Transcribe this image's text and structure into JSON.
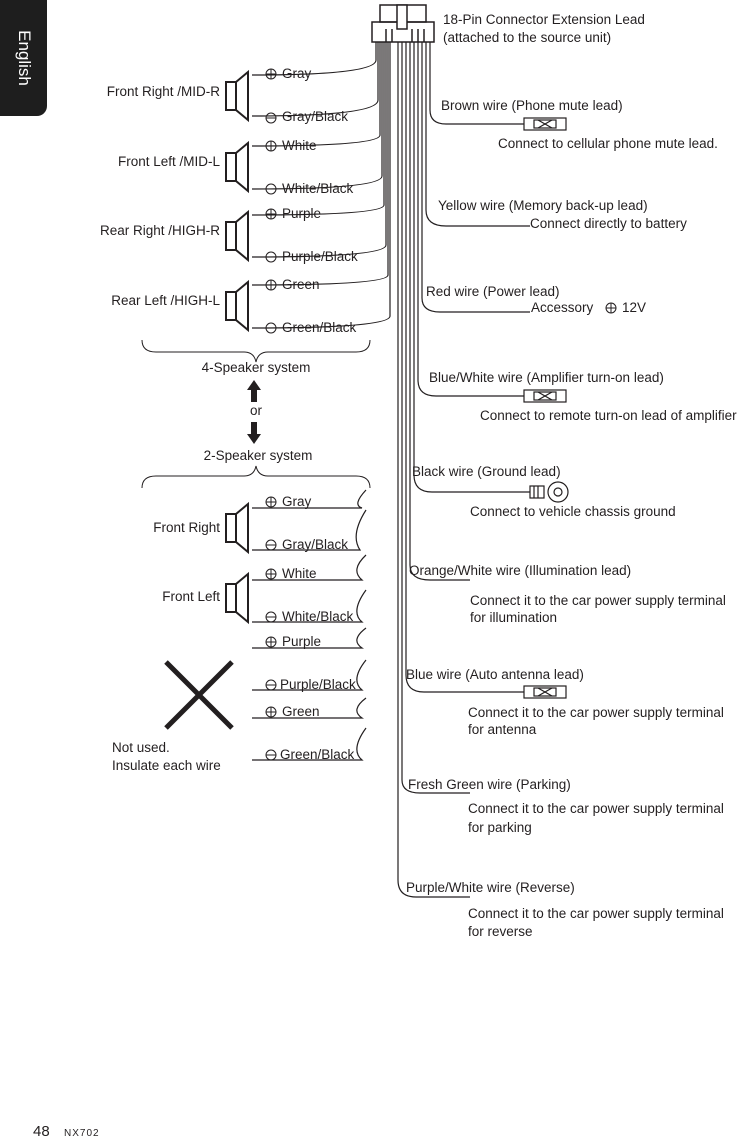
{
  "page": {
    "language_tab": "English",
    "page_number": "48",
    "model": "NX702"
  },
  "connector": {
    "title_line1": "18-Pin Connector Extension Lead",
    "title_line2": "(attached to the source unit)"
  },
  "four_speaker": {
    "label": "4-Speaker system",
    "speakers": [
      {
        "name": "Front Right /MID-R",
        "plus": "Gray",
        "minus": "Gray/Black"
      },
      {
        "name": "Front Left /MID-L",
        "plus": "White",
        "minus": "White/Black"
      },
      {
        "name": "Rear Right /HIGH-R",
        "plus": "Purple",
        "minus": "Purple/Black"
      },
      {
        "name": "Rear Left /HIGH-L",
        "plus": "Green",
        "minus": "Green/Black"
      }
    ]
  },
  "or_label": "or",
  "two_speaker": {
    "label": "2-Speaker system",
    "speakers": [
      {
        "name": "Front Right",
        "plus": "Gray",
        "minus": "Gray/Black"
      },
      {
        "name": "Front Left",
        "plus": "White",
        "minus": "White/Black"
      }
    ],
    "unused": {
      "plus1": "Purple",
      "minus1": "Purple/Black",
      "plus2": "Green",
      "minus2": "Green/Black",
      "note_line1": "Not used.",
      "note_line2": "Insulate each wire"
    }
  },
  "leads": [
    {
      "title": "Brown wire (Phone mute lead)",
      "desc1": "Connect to cellular phone mute lead.",
      "desc2": ""
    },
    {
      "title": "Yellow wire (Memory back-up lead)",
      "desc1": "Connect directly to battery",
      "desc2": ""
    },
    {
      "title": "Red wire (Power lead)",
      "desc1": "Accessory",
      "desc2": "12V"
    },
    {
      "title": "Blue/White wire (Amplifier turn-on lead)",
      "desc1": "Connect to remote turn-on lead of amplifier",
      "desc2": ""
    },
    {
      "title": "Black wire (Ground lead)",
      "desc1": "Connect to vehicle chassis ground",
      "desc2": ""
    },
    {
      "title": "Orange/White wire (Illumination lead)",
      "desc1": "Connect it to the car power supply terminal",
      "desc2": "for illumination"
    },
    {
      "title": "Blue wire (Auto antenna lead)",
      "desc1": "Connect it to the car power supply terminal",
      "desc2": "for antenna"
    },
    {
      "title": "Fresh Green wire (Parking)",
      "desc1": "Connect it to the car power supply terminal",
      "desc2": "for parking"
    },
    {
      "title": "Purple/White wire (Reverse)",
      "desc1": "Connect it to the car power supply terminal",
      "desc2": "for reverse"
    }
  ]
}
